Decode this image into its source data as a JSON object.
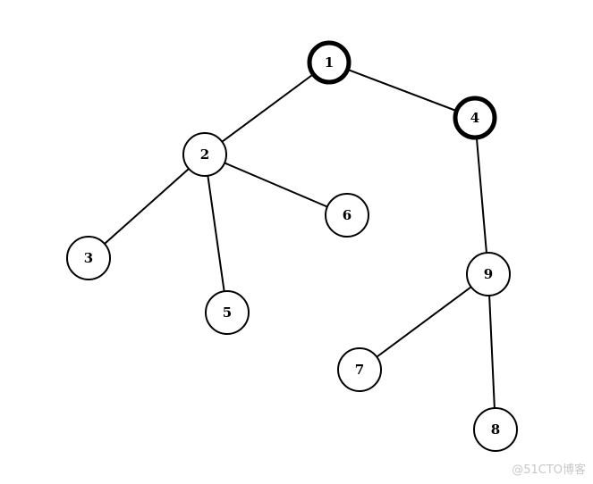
{
  "diagram": {
    "type": "tree",
    "nodes": [
      {
        "id": "1",
        "label": "1",
        "highlighted": true
      },
      {
        "id": "2",
        "label": "2",
        "highlighted": false
      },
      {
        "id": "3",
        "label": "3",
        "highlighted": false
      },
      {
        "id": "4",
        "label": "4",
        "highlighted": true
      },
      {
        "id": "5",
        "label": "5",
        "highlighted": false
      },
      {
        "id": "6",
        "label": "6",
        "highlighted": false
      },
      {
        "id": "7",
        "label": "7",
        "highlighted": false
      },
      {
        "id": "8",
        "label": "8",
        "highlighted": false
      },
      {
        "id": "9",
        "label": "9",
        "highlighted": false
      }
    ],
    "edges": [
      {
        "from": "1",
        "to": "2"
      },
      {
        "from": "1",
        "to": "4"
      },
      {
        "from": "2",
        "to": "3"
      },
      {
        "from": "2",
        "to": "5"
      },
      {
        "from": "2",
        "to": "6"
      },
      {
        "from": "4",
        "to": "9"
      },
      {
        "from": "9",
        "to": "7"
      },
      {
        "from": "9",
        "to": "8"
      }
    ],
    "colors": {
      "stroke": "#000000",
      "fill": "#ffffff",
      "background": "#ffffff",
      "watermark": "#c8c8c8"
    }
  },
  "watermark": {
    "text": "@51CTO博客"
  }
}
